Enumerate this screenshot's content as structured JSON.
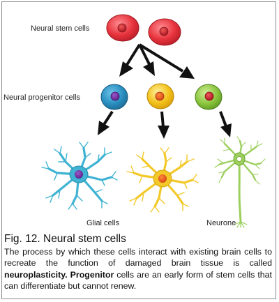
{
  "labels": {
    "stem": "Neural stem cells",
    "progenitor": "Neural progenitor cells",
    "glial": "Glial cells",
    "neurone": "Neurone"
  },
  "caption": {
    "title": "Fig. 12.  Neural stem cells",
    "body_1": "The process by which these cells interact with existing brain cells to recreate the function of damaged brain tissue is called ",
    "bold_1": "neuroplasticity.",
    "body_2": " ",
    "bold_2": "Progenitor",
    "body_3": " cells are an early form of stem cells that can differentiate but cannot renew."
  },
  "colors": {
    "stem_cell": "#e8343e",
    "progenitor_blue": "#2a8fc0",
    "progenitor_yellow": "#f3c21b",
    "progenitor_green": "#8cc63e",
    "glial_blue": "#3fb3d3",
    "glial_yellow": "#f3c92a",
    "neurone": "#9ccf5e",
    "arrow": "#111111"
  }
}
